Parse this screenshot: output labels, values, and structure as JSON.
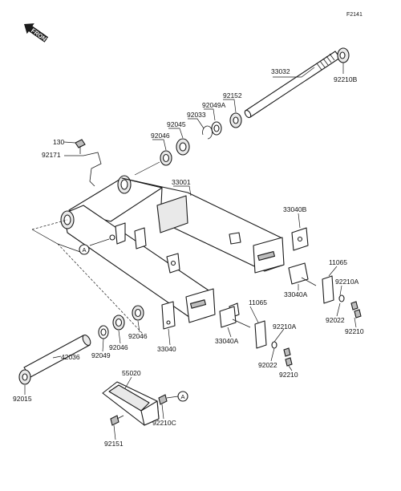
{
  "figure_id": "F2141",
  "front_label": "FRONT",
  "ref_letter": "A",
  "parts": {
    "p33032": "33032",
    "p92210B": "92210B",
    "p92152": "92152",
    "p92049A": "92049A",
    "p92033": "92033",
    "p92045": "92045",
    "p92046_top": "92046",
    "p130": "130",
    "p92171": "92171",
    "p33001": "33001",
    "p33040B": "33040B",
    "p11065_right": "11065",
    "p92210A_right": "92210A",
    "p33040A_right": "33040A",
    "p92022_right": "92022",
    "p92210_right": "92210",
    "p11065_mid": "11065",
    "p92210A_mid": "92210A",
    "p33040A_mid": "33040A",
    "p92022_mid": "92022",
    "p92210_mid": "92210",
    "p33040": "33040",
    "p92046_low": "92046",
    "p92046_mid": "92046",
    "p92049": "92049",
    "p42036": "42036",
    "p92015": "92015",
    "p55020": "55020",
    "p92210C": "92210C",
    "p92151": "92151"
  }
}
